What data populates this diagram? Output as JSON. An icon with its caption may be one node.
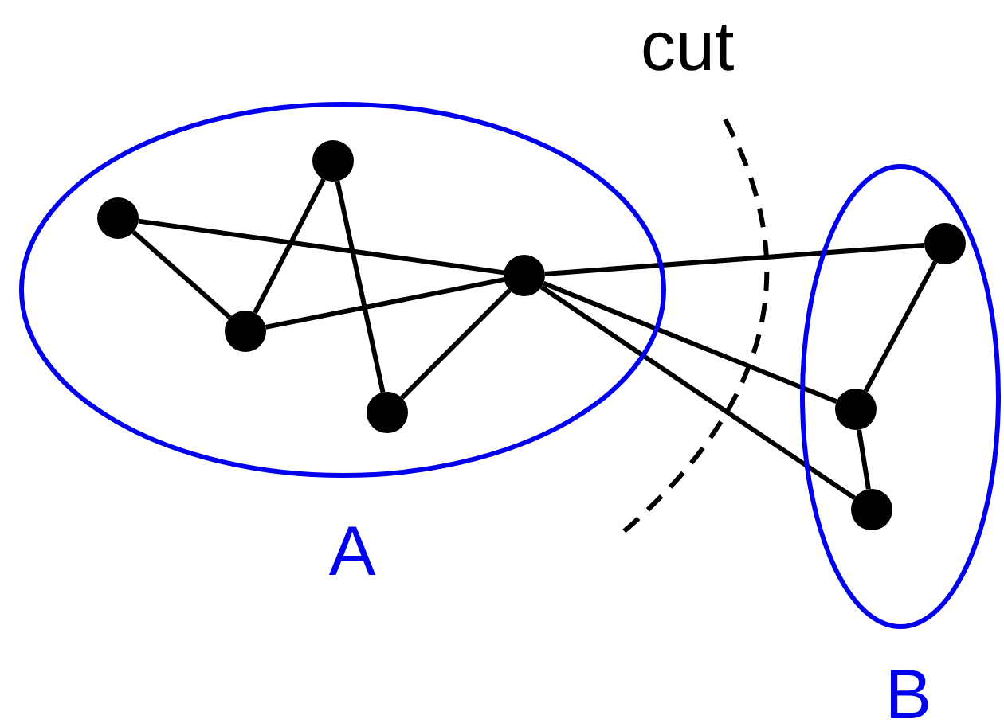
{
  "diagram": {
    "nodes": [
      {
        "text": [
          "A"
        ]
      },
      {
        "text": [],
        "shape": "circle",
        "in": 0
      },
      {
        "text": [],
        "shape": "circle",
        "in": 0
      },
      {
        "text": [],
        "shape": "circle",
        "in": 0
      },
      {
        "text": [],
        "shape": "circle",
        "in": 0
      },
      {
        "text": [],
        "shape": "circle",
        "in": 0
      },
      {
        "text": [
          "B"
        ]
      },
      {
        "text": [],
        "shape": "circle",
        "in": 6
      },
      {
        "text": [],
        "shape": "circle",
        "in": 6
      },
      {
        "text": [],
        "shape": "circle",
        "in": 6
      }
    ],
    "edges": [
      {
        "from": 1,
        "to": 5,
        "arrow": "none"
      },
      {
        "from": 1,
        "to": 3,
        "arrow": "none"
      },
      {
        "from": 2,
        "to": 3,
        "arrow": "none"
      },
      {
        "from": 2,
        "to": 4,
        "arrow": "none"
      },
      {
        "from": 3,
        "to": 5,
        "arrow": "none"
      },
      {
        "from": 4,
        "to": 5,
        "arrow": "none"
      },
      {
        "from": 5,
        "to": 7,
        "arrow": "none"
      },
      {
        "from": 5,
        "to": 8,
        "arrow": "none"
      },
      {
        "from": 5,
        "to": 9,
        "arrow": "none"
      },
      {
        "from": 7,
        "to": 8,
        "arrow": "none"
      },
      {
        "from": 8,
        "to": 9,
        "arrow": "none"
      }
    ],
    "labels": [
      "cut"
    ]
  }
}
